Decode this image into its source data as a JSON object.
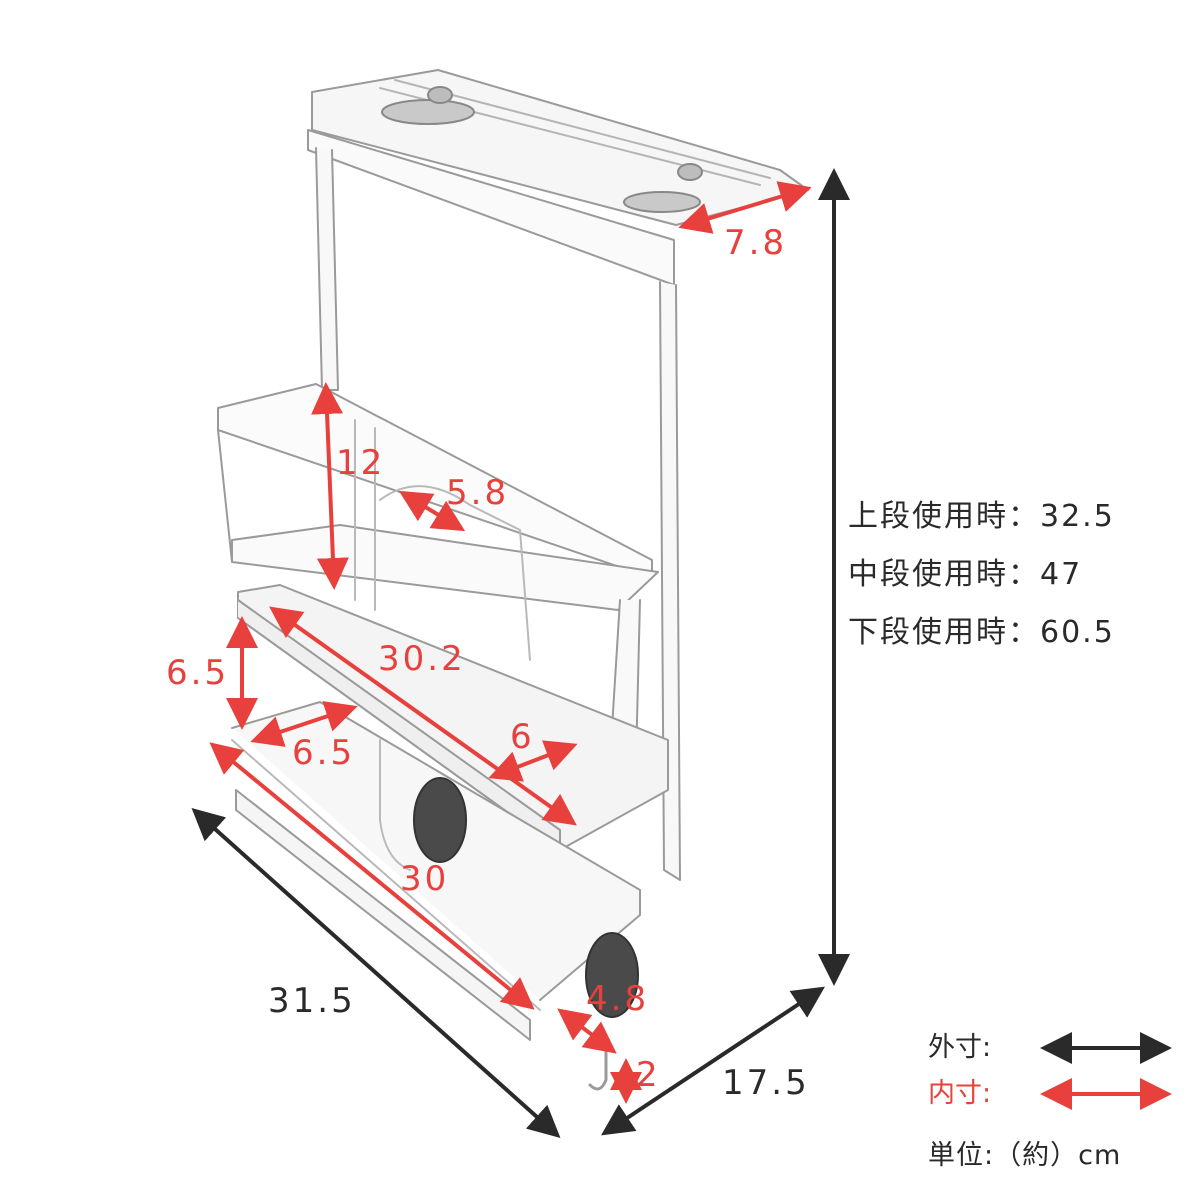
{
  "dimensions": {
    "top_depth": "7.8",
    "basket_height": "12",
    "basket_inner_depth": "5.8",
    "tray_length": "30.2",
    "tray_depth": "6",
    "tray_gap": "6.5",
    "rail_depth": "6.5",
    "rail_length": "30",
    "hook_gap": "4.8",
    "hook_height": "2",
    "overall_width": "31.5",
    "overall_depth": "17.5"
  },
  "heights": {
    "upper": "上段使用時：32.5",
    "middle": "中段使用時：47",
    "lower": "下段使用時：60.5"
  },
  "legend": {
    "outer_label": "外寸:",
    "inner_label": "内寸:",
    "unit": "単位:（約）cm",
    "outer_color": "#2a2a2a",
    "inner_color": "#e8403c"
  },
  "icons": [
    "arrow-double-icon"
  ]
}
